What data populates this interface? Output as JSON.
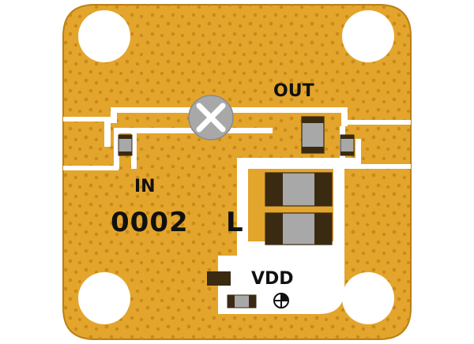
{
  "labels": {
    "out": "OUT",
    "in": "IN",
    "part_number": "0002",
    "variant": "L",
    "vdd": "VDD"
  },
  "colors": {
    "gold": "#E3A52C",
    "gold_edge": "#B97F17",
    "via": "#C98A1A",
    "trace": "#FFFFFF",
    "component_body": "#A8A8A8",
    "component_end": "#3A2A12",
    "silkscreen": "#111111",
    "mounting_hole": "#FFFFFF"
  },
  "icons": {
    "via_cross": "x-cross-circle-icon",
    "ground_symbol": "circle-cross-icon"
  }
}
